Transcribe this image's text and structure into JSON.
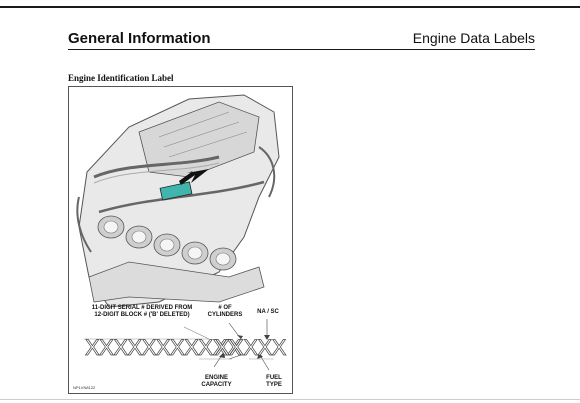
{
  "header": {
    "left_title": "General Information",
    "right_title": "Engine Data Labels"
  },
  "section": {
    "title": "Engine Identification Label"
  },
  "figure": {
    "label_color": "#3fb5ad",
    "callouts": {
      "serial": "11-DIGIT SERIAL # DERIVED FROM\n12-DIGIT BLOCK # ('B' DELETED)",
      "cylinders": "# OF\nCYLINDERS",
      "na_sc": "NA / SC",
      "engine_capacity": "ENGINE\nCAPACITY",
      "fuel_type": "FUEL\nTYPE"
    },
    "serial_placeholder": "XXXXXXXXXXX",
    "code_placeholder": "XXXXX",
    "figure_id": "NP1VN8122"
  }
}
